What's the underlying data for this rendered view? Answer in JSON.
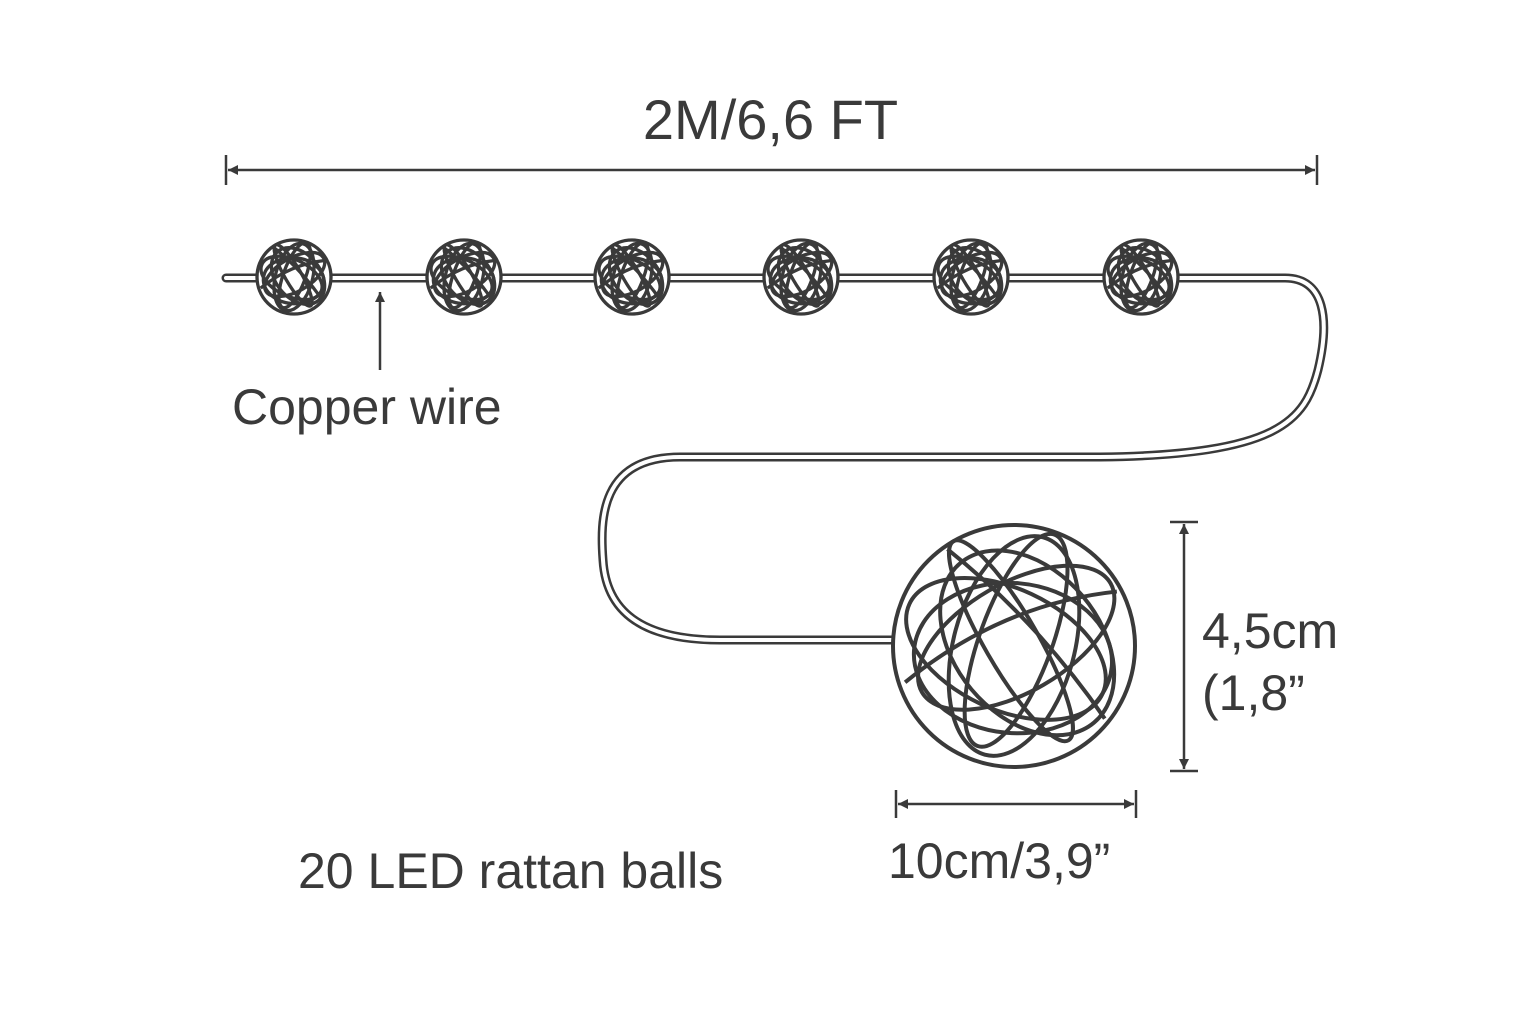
{
  "total_length_label": "2M/6,6 FT",
  "wire_label": "Copper wire",
  "count_label": "20 LED rattan balls",
  "ball_width_label": "10cm/3,9”",
  "ball_height_label_line1": "4,5cm",
  "ball_height_label_line2": "(1,8”",
  "colors": {
    "line": "#3a3a3a",
    "background": "#ffffff"
  },
  "icons": [
    "rattan-ball-icon",
    "arrow-icon"
  ]
}
